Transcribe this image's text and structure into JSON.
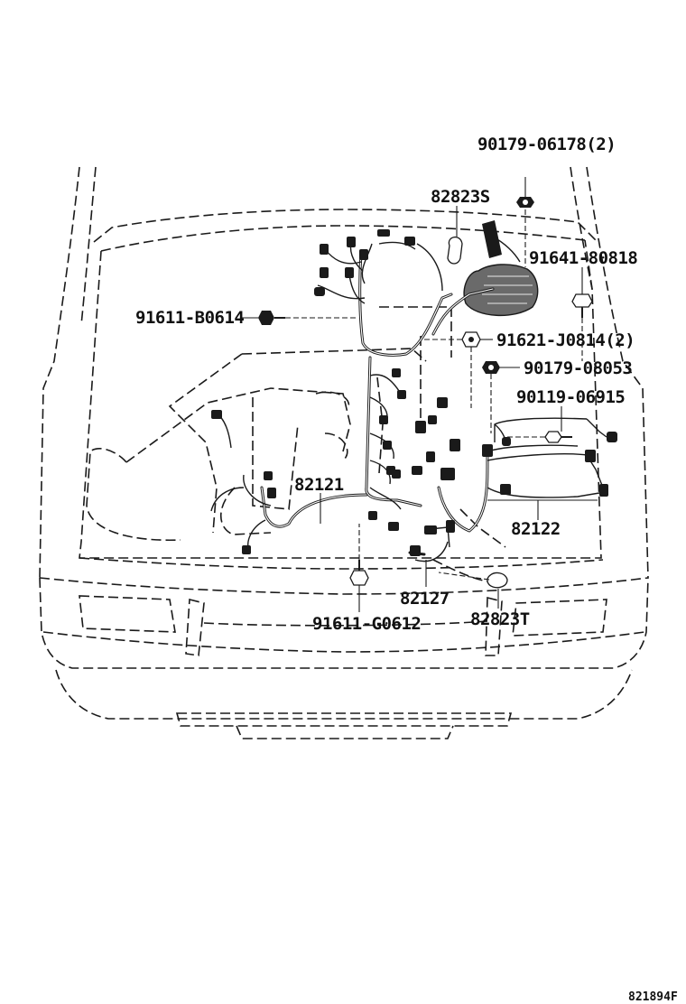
{
  "diagram": {
    "callouts": {
      "bolt_top": "90179-06178(2)",
      "clamp_upper": "82823S",
      "bolt_right_upper": "91641-80818",
      "bolt_left": "91611-B0614",
      "bolt_mid_right": "91621-J0814(2)",
      "nut_right": "90179-08053",
      "bolt_right_lower": "90119-06915",
      "harness_left": "82121",
      "harness_right": "82122",
      "harness_bottom": "82127",
      "bolt_bottom": "91611-G0612",
      "clamp_lower": "82823T"
    },
    "figure_code": "821894F"
  }
}
